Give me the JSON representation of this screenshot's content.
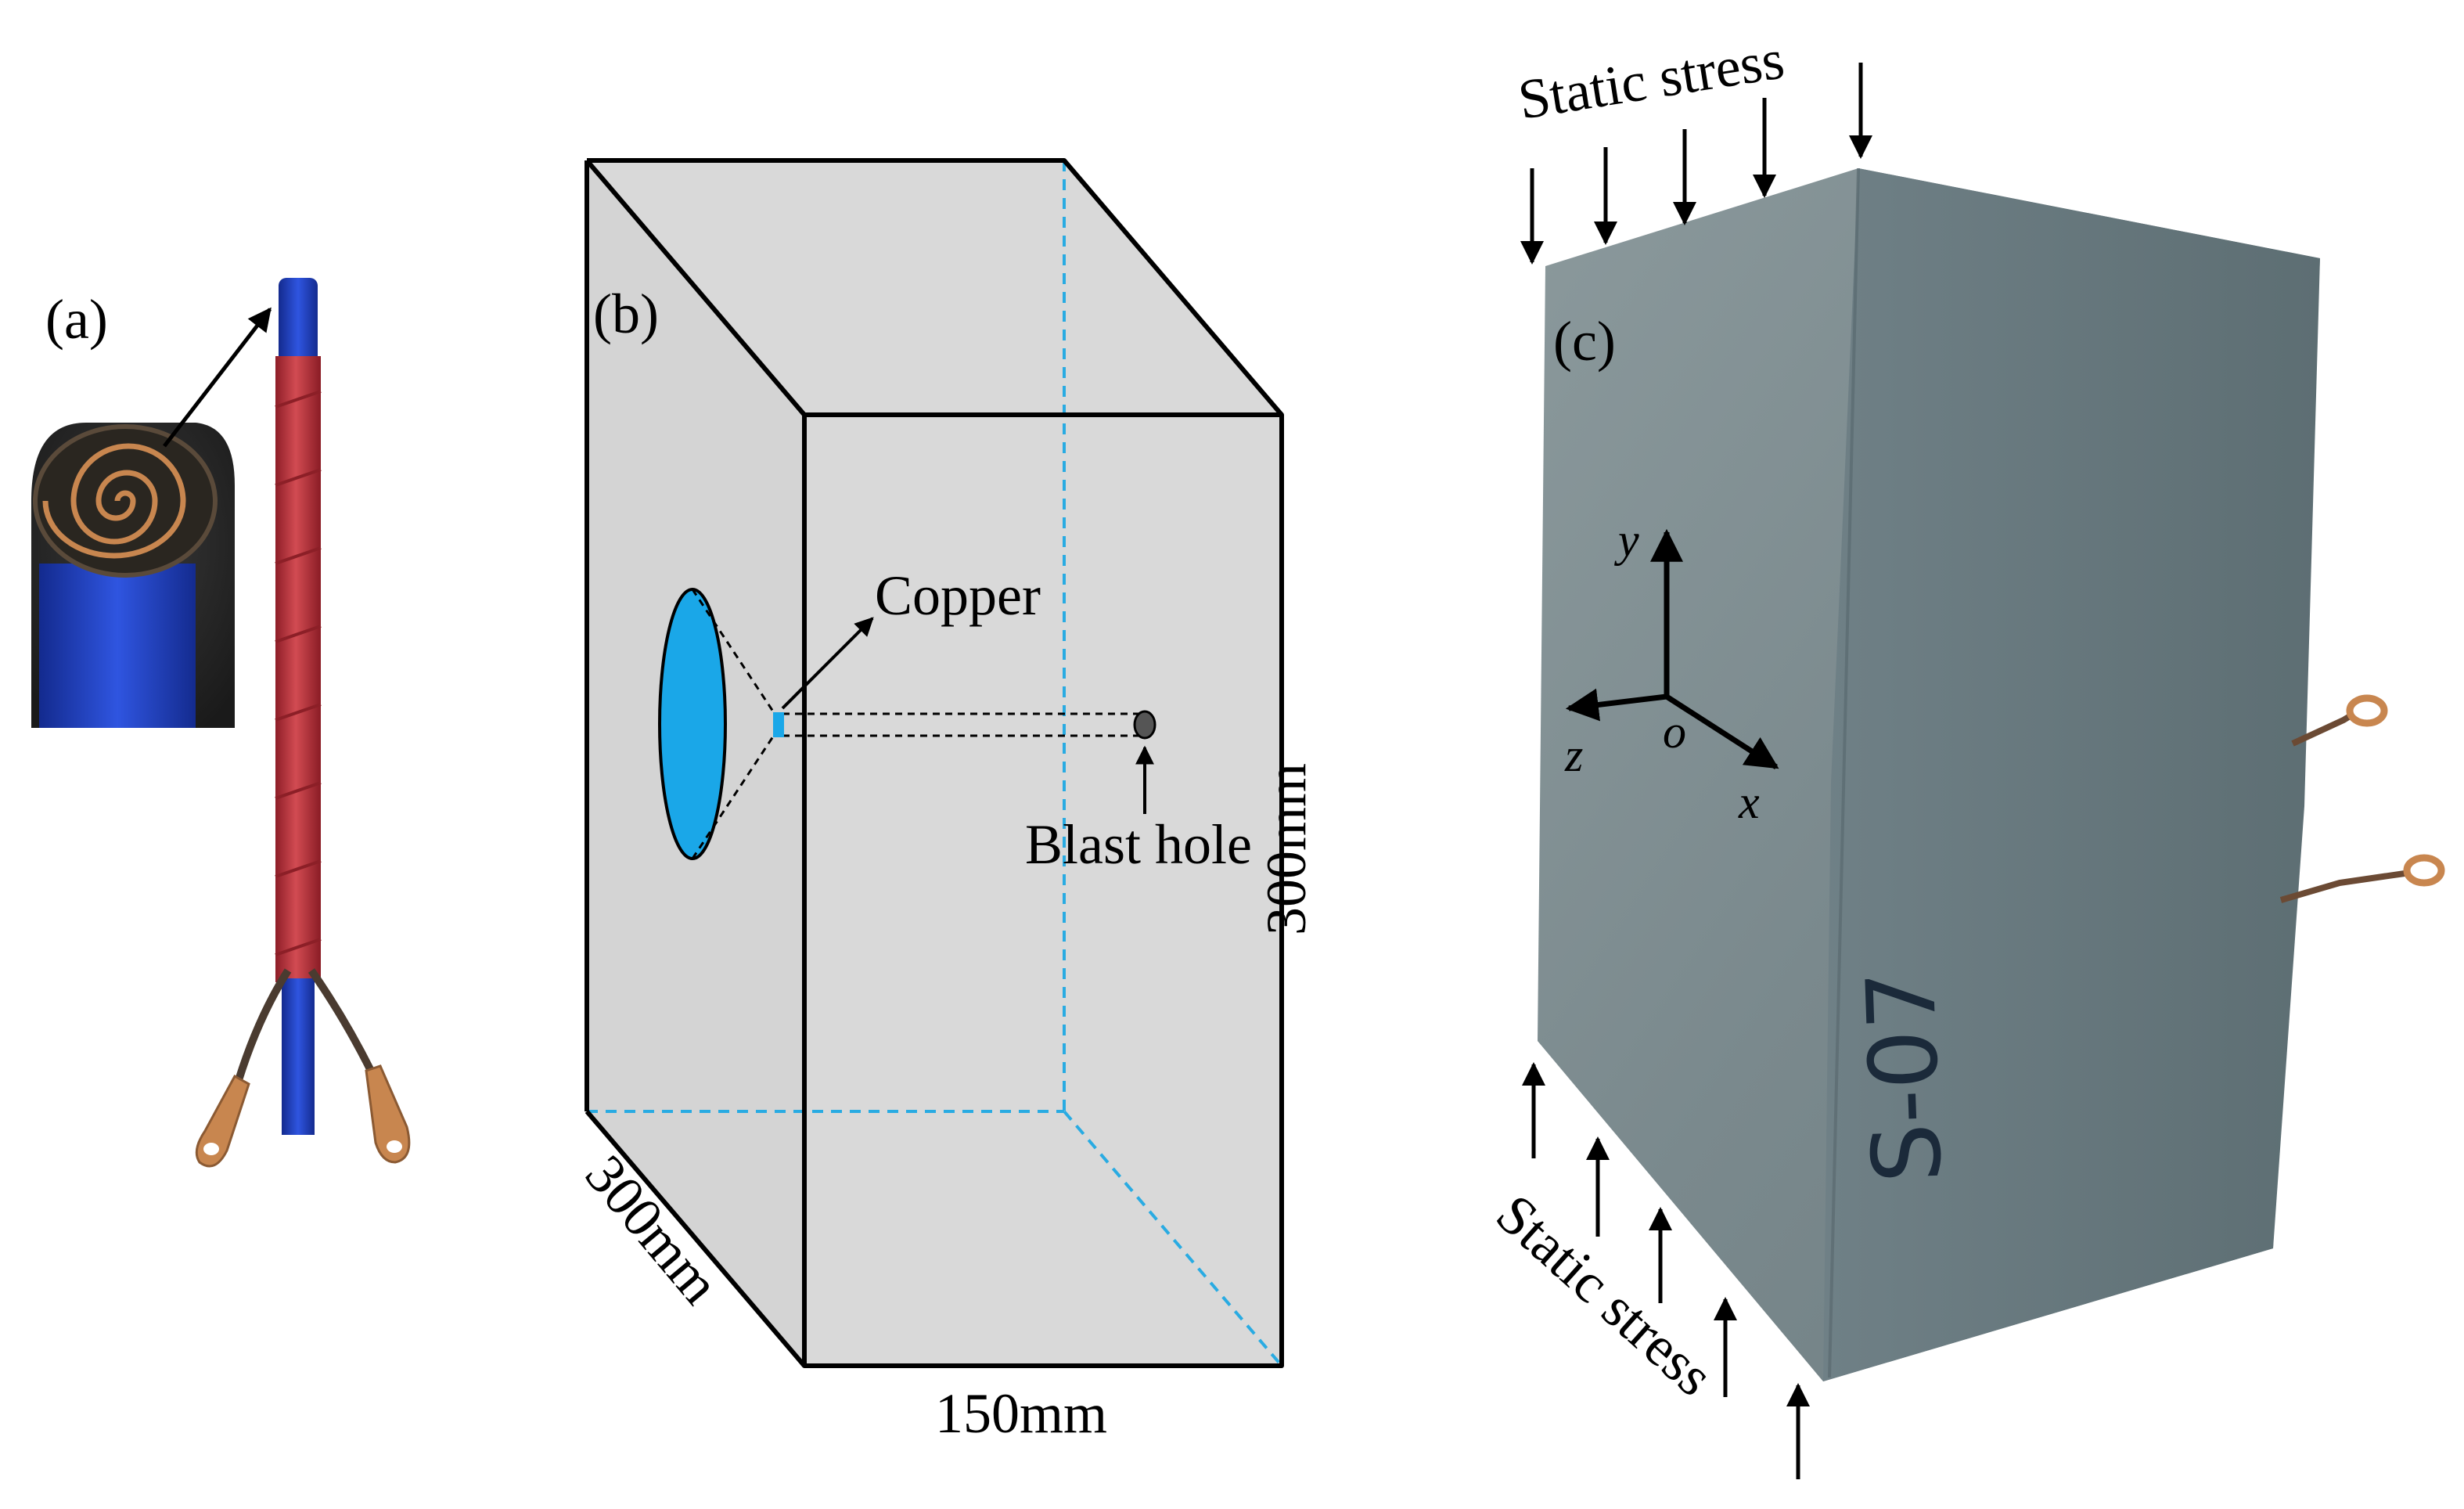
{
  "panels": {
    "a": {
      "label": "(a)"
    },
    "b": {
      "label": "(b)",
      "copper_label": "Copper",
      "blast_hole_label": "Blast hole",
      "dim_height": "300mm",
      "dim_depth": "300mm",
      "dim_width": "150mm"
    },
    "c": {
      "label": "(c)",
      "static_stress_top": "Static stress",
      "static_stress_bottom": "Static stress",
      "axes": {
        "y": "y",
        "z": "z",
        "o": "o",
        "x": "x"
      },
      "specimen_mark": "S-07"
    }
  },
  "colors": {
    "box_fill": "#d9d9d9",
    "hidden_edge": "#29abe2",
    "cone_fill": "#1aa7e8",
    "rock_front": "#7b8a8e",
    "rock_side": "#687a80",
    "tube_red": "#c2363f",
    "tube_blue": "#1f3fc4",
    "copper": "#c8864f"
  }
}
